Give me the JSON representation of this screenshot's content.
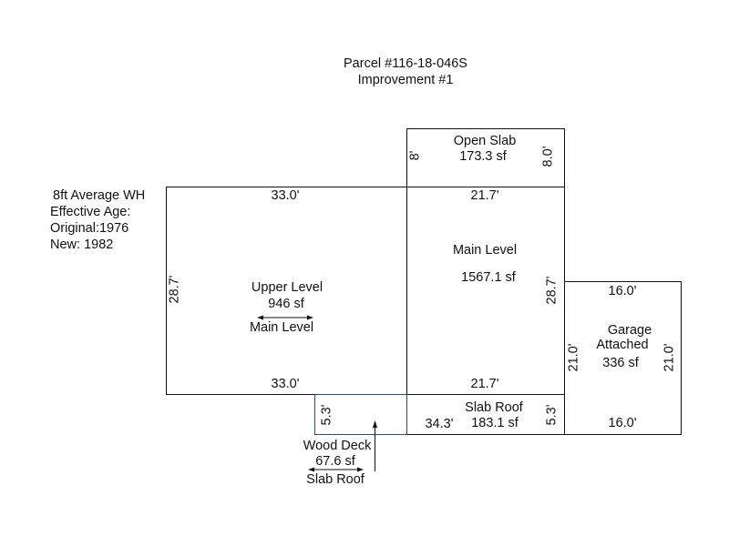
{
  "header": {
    "parcel": "Parcel #116-18-046S",
    "improvement": "Improvement #1"
  },
  "notes": {
    "line1": "8ft Average WH",
    "line2": "Effective Age:",
    "line3": "Original:1976",
    "line4": "New: 1982"
  },
  "areas": {
    "open_slab": {
      "label": "Open Slab",
      "area": "173.3 sf",
      "left_dim": "8'",
      "right_dim": "8.0'"
    },
    "upper_level": {
      "label": "Upper Level",
      "area": "946 sf",
      "sub_label": "Main Level",
      "top_dim": "33.0'",
      "bottom_dim": "33.0'",
      "left_dim": "28.7'"
    },
    "main_level": {
      "label": "Main Level",
      "area": "1567.1 sf",
      "top_dim": "21.7'",
      "bottom_dim": "21.7'",
      "right_dim": "28.7'"
    },
    "garage": {
      "label1": "Garage",
      "label2": "Attached",
      "area": "336 sf",
      "top_dim": "16.0'",
      "bottom_dim": "16.0'",
      "left_dim": "21.0'",
      "right_dim": "21.0'"
    },
    "slab_roof": {
      "label": "Slab Roof",
      "area": "183.1 sf",
      "width_dim": "34.3'",
      "right_dim": "5.3'"
    },
    "wood_deck": {
      "label": "Wood Deck",
      "area": "67.6 sf",
      "sub_label": "Slab Roof",
      "left_dim": "5.3'"
    }
  },
  "colors": {
    "line": "#111111",
    "deck_line": "#2c4a7a"
  }
}
